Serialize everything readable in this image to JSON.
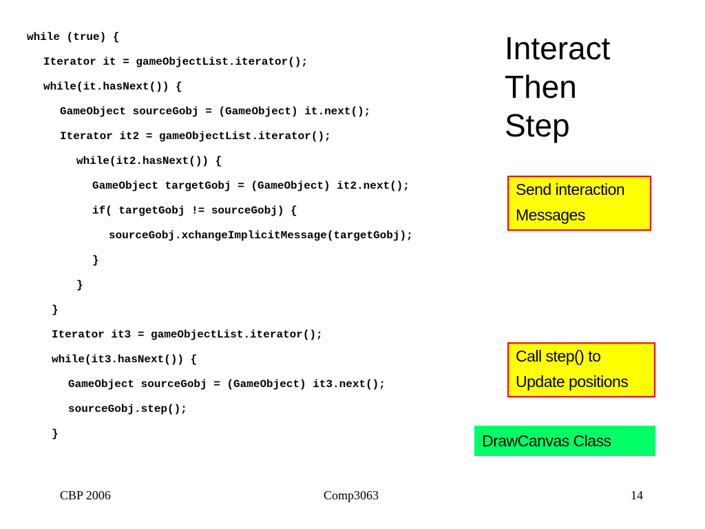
{
  "code": [
    "while (true) {",
    "Iterator it = gameObjectList.iterator();",
    "while(it.hasNext()) {",
    "GameObject sourceGobj = (GameObject) it.next();",
    "Iterator it2 = gameObjectList.iterator();",
    "while(it2.hasNext()) {",
    "GameObject targetGobj = (GameObject) it2.next();",
    "if( targetGobj != sourceGobj) {",
    "sourceGobj.xchangeImplicitMessage(targetGobj);",
    "}",
    "}",
    "}",
    "Iterator it3 = gameObjectList.iterator();",
    "while(it3.hasNext()) {",
    "GameObject sourceGobj = (GameObject) it3.next();",
    "sourceGobj.step();",
    "}"
  ],
  "title": {
    "line1": "Interact",
    "line2": "Then",
    "line3": "Step"
  },
  "notes": {
    "interaction": {
      "line1": "Send interaction",
      "line2": "Messages"
    },
    "step": {
      "line1": "Call step() to",
      "line2": "Update positions"
    },
    "drawcanvas": {
      "label": "DrawCanvas Class"
    }
  },
  "footer": {
    "left": "CBP 2006",
    "center": "Comp3063",
    "page_number": "14"
  },
  "colors": {
    "note_fill": "#ffff00",
    "note_border": "#ff0000",
    "class_fill": "#00ff66"
  }
}
